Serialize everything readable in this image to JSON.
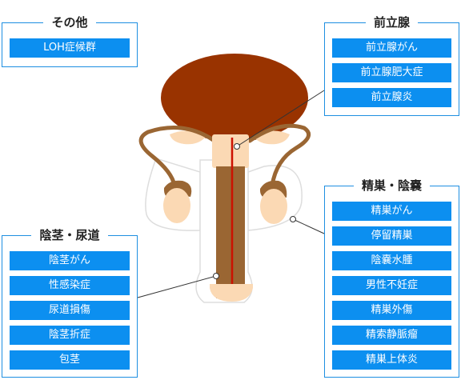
{
  "colors": {
    "accent": "#0c8ff0",
    "frame": "#1e8fe1",
    "bladder": "#993300",
    "shaft": "#9a6633",
    "skin": "#fbd9b4",
    "urethra": "#cc1100"
  },
  "sections": {
    "other": {
      "title": "その他",
      "items": [
        "LOH症候群"
      ]
    },
    "prostate": {
      "title": "前立腺",
      "items": [
        "前立腺がん",
        "前立腺肥大症",
        "前立腺炎"
      ]
    },
    "testis": {
      "title": "精巣・陰嚢",
      "items": [
        "精巣がん",
        "停留精巣",
        "陰嚢水腫",
        "男性不妊症",
        "精巣外傷",
        "精索静脈瘤",
        "精巣上体炎"
      ]
    },
    "penis": {
      "title": "陰茎・尿道",
      "items": [
        "陰茎がん",
        "性感染症",
        "尿道損傷",
        "陰茎折症",
        "包茎"
      ]
    }
  }
}
